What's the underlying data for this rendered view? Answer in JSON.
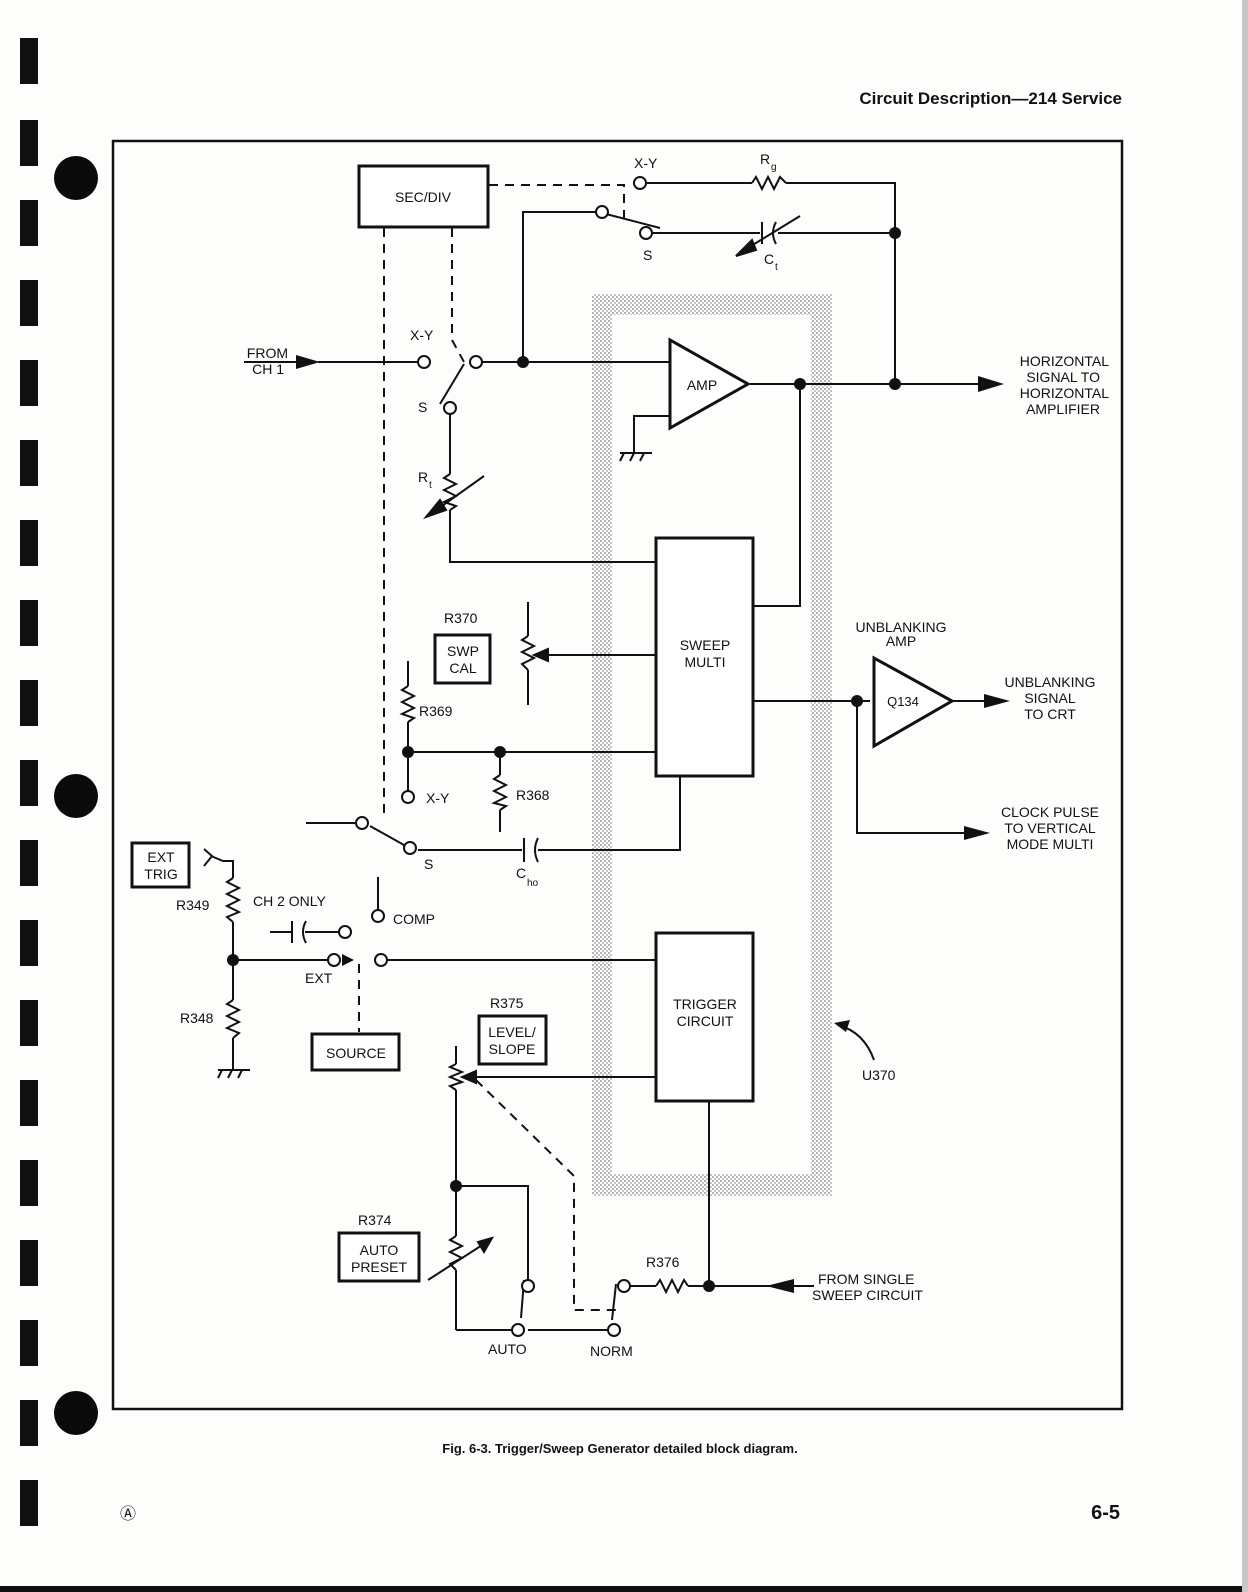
{
  "header": {
    "title": "Circuit Description—214 Service"
  },
  "caption": "Fig. 6-3.  Trigger/Sweep Generator detailed block diagram.",
  "footer": {
    "revision_mark": "Ⓐ",
    "page_number": "6-5"
  },
  "blocks": {
    "sec_div": "SEC/DIV",
    "amp": "AMP",
    "sweep_multi": [
      "SWEEP",
      "MULTI"
    ],
    "trigger_circuit": [
      "TRIGGER",
      "CIRCUIT"
    ],
    "swp_cal": [
      "SWP",
      "CAL"
    ],
    "ext_trig": [
      "EXT",
      "TRIG"
    ],
    "source": "SOURCE",
    "level_slope": [
      "LEVEL/",
      "SLOPE"
    ],
    "auto_preset": [
      "AUTO",
      "PRESET"
    ],
    "q134": "Q134"
  },
  "labels": {
    "xy_top": "X-Y",
    "rg": "R",
    "rg_sub": "g",
    "s_top": "S",
    "ct": "C",
    "ct_sub": "t",
    "from_ch1": [
      "FROM",
      "CH 1"
    ],
    "xy_mid": "X-Y",
    "s_mid": "S",
    "rt": "R",
    "rt_sub": "t",
    "horizontal_out": [
      "HORIZONTAL",
      "SIGNAL TO",
      "HORIZONTAL",
      "AMPLIFIER"
    ],
    "r370": "R370",
    "r369": "R369",
    "r368": "R368",
    "xy_low": "X-Y",
    "s_low": "S",
    "cho": "C",
    "cho_sub": "ho",
    "unblanking_amp": [
      "UNBLANKING",
      "AMP"
    ],
    "unblanking_out": [
      "UNBLANKING",
      "SIGNAL",
      "TO CRT"
    ],
    "clock_out": [
      "CLOCK PULSE",
      "TO VERTICAL",
      "MODE MULTI"
    ],
    "r349": "R349",
    "ch2_only": "CH 2 ONLY",
    "comp": "COMP",
    "ext": "EXT",
    "r348": "R348",
    "r375": "R375",
    "u370": "U370",
    "r374": "R374",
    "r376": "R376",
    "from_single": [
      "FROM SINGLE",
      "SWEEP CIRCUIT"
    ],
    "auto": "AUTO",
    "norm": "NORM"
  },
  "colors": {
    "ink": "#111111",
    "page": "#fdfdfb",
    "stipple": "#8a8a8a"
  }
}
